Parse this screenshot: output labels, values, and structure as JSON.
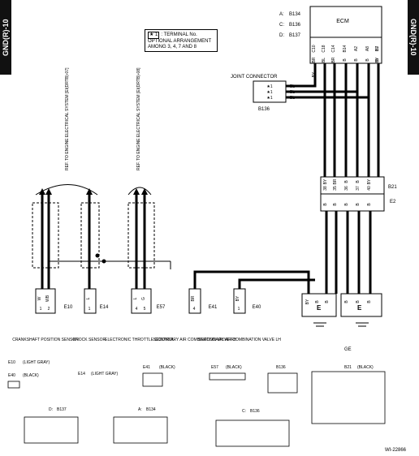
{
  "side_tab": "GND(R)-10",
  "note": {
    "tag": "★ 1",
    "text": ": TERMINAL No. OPTIONAL ARRANGEMENT AMONG 3, 4, 7 AND 8"
  },
  "ecm": {
    "label": "ECM",
    "connectors": [
      {
        "letter": "A:",
        "id": "B134"
      },
      {
        "letter": "C:",
        "id": "B136"
      },
      {
        "letter": "D:",
        "id": "B137"
      }
    ]
  },
  "ecm_pins": [
    "C10",
    "C18",
    "C14",
    "B14",
    "A2",
    "A8",
    "B3",
    "D7"
  ],
  "ecm_colors": [
    "BR",
    "BL",
    "BR",
    "B",
    "B",
    "B",
    "B",
    "BY"
  ],
  "joint": {
    "label": "JOINT CONNECTOR",
    "id": "B136",
    "pins": [
      "★1",
      "★1",
      "★1"
    ],
    "colors": [
      "BL",
      "BL",
      "BL"
    ],
    "wire": "BY"
  },
  "ref": [
    "REF. TO ENGINE ELECTRICAL SYSTEM [EI(DRTB)-07]",
    "REF. TO ENGINE ELECTRICAL SYSTEM [EI(DRTB)-08]"
  ],
  "b21": {
    "id": "B21",
    "e2": "E2",
    "pins": [
      "38",
      "35",
      "36",
      "37",
      "40"
    ],
    "top_colors": [
      "BY",
      "BR",
      "B",
      "B",
      "BY"
    ],
    "bot_colors": [
      "B",
      "B",
      "B",
      "B",
      "B"
    ]
  },
  "components": [
    {
      "id": "E10",
      "name": "CRANKSHAFT POSITION SENSOR",
      "pins": [
        "1",
        "2"
      ],
      "colors": [
        "W",
        "WB"
      ]
    },
    {
      "id": "E14",
      "name": "KNOCK SENSOR",
      "pins": [
        "1"
      ],
      "colors": [
        "L"
      ]
    },
    {
      "id": "E57",
      "name": "ELECTRONIC THROTTLE CONTROL",
      "pins": [
        "4",
        "5"
      ],
      "colors": [
        "L",
        "G"
      ]
    },
    {
      "id": "E41",
      "name": "SECONDARY AIR COMBINATION VALVE RH",
      "pins": [
        "4"
      ],
      "colors": [
        "BR"
      ]
    },
    {
      "id": "E40",
      "name": "SECONDARY AIR COMBINATION VALVE LH",
      "pins": [
        "1"
      ],
      "colors": [
        "BY"
      ]
    }
  ],
  "ground": {
    "label": "E",
    "ge": "GE",
    "left_colors": [
      "BY",
      "B",
      "B"
    ],
    "right_colors": [
      "B",
      "B",
      "B"
    ]
  },
  "legend": {
    "e10": {
      "id": "E10",
      "color": "(LIGHT GRAY)"
    },
    "e40": {
      "id": "E40",
      "color": "(BLACK)"
    },
    "e14": {
      "id": "E14",
      "color": "(LIGHT GRAY)"
    },
    "e41": {
      "id": "E41",
      "color": "(BLACK)"
    },
    "e57": {
      "id": "E57",
      "color": "(BLACK)"
    },
    "b136_small": {
      "id": "B136"
    },
    "b21": {
      "id": "B21",
      "color": "(BLACK)"
    },
    "b137": {
      "prefix": "D:",
      "id": "B137"
    },
    "b134": {
      "prefix": "A:",
      "id": "B134"
    },
    "b136": {
      "prefix": "C:",
      "id": "B136"
    }
  },
  "figure_id": "WI-22866"
}
